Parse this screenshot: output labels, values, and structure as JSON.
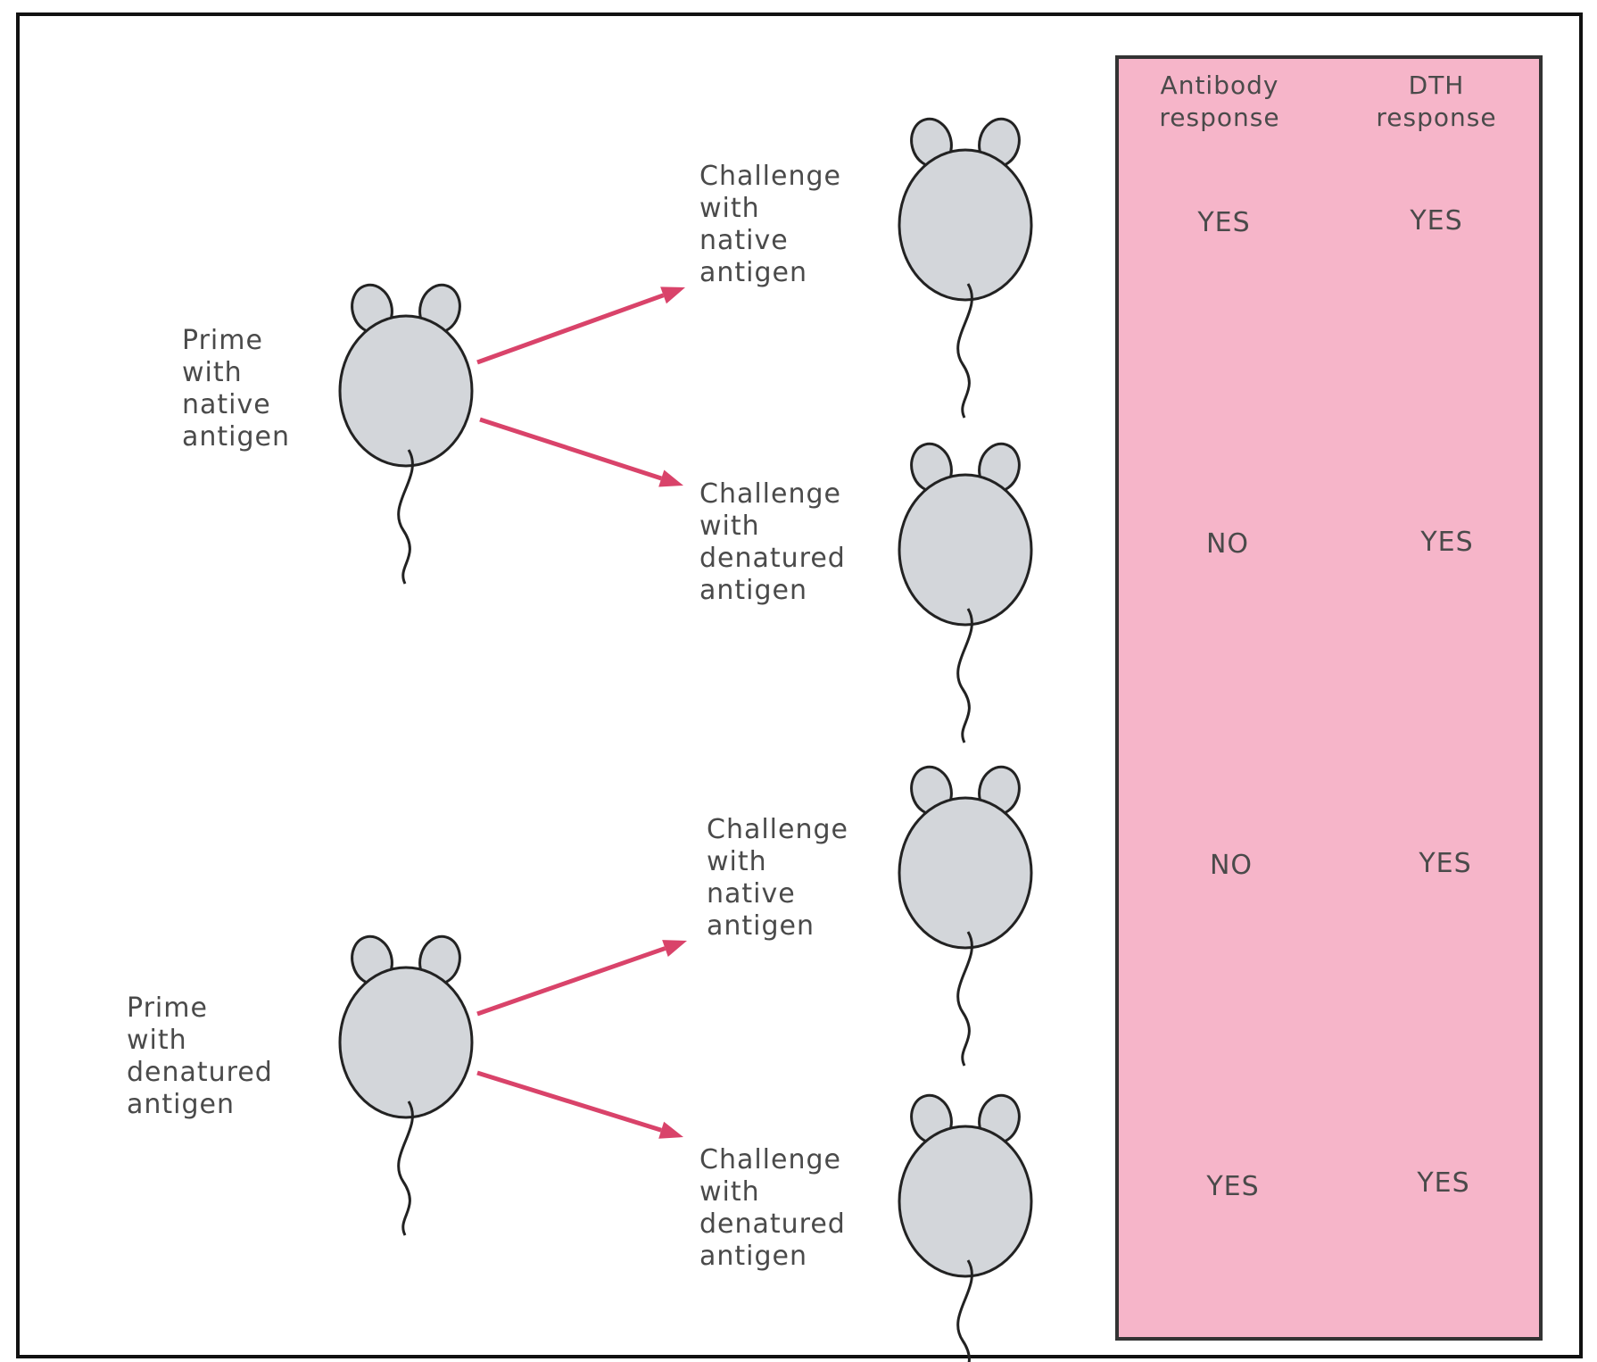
{
  "prime_groups": [
    {
      "label_lines": [
        "Prime",
        "with",
        "native",
        "antigen"
      ]
    },
    {
      "label_lines": [
        "Prime",
        "with",
        "denatured",
        "antigen"
      ]
    }
  ],
  "challenges": [
    {
      "label_lines": [
        "Challenge",
        "with",
        "native",
        "antigen"
      ],
      "antibody": "YES",
      "dth": "YES"
    },
    {
      "label_lines": [
        "Challenge",
        "with",
        "denatured",
        "antigen"
      ],
      "antibody": "NO",
      "dth": "YES"
    },
    {
      "label_lines": [
        "Challenge",
        "with",
        "native",
        "antigen"
      ],
      "antibody": "NO",
      "dth": "YES"
    },
    {
      "label_lines": [
        "Challenge",
        "with",
        "denatured",
        "antigen"
      ],
      "antibody": "YES",
      "dth": "YES"
    }
  ],
  "table_headers": {
    "antibody": [
      "Antibody",
      "response"
    ],
    "dth": [
      "DTH",
      "response"
    ]
  },
  "colors": {
    "panel_fill": "#f6b5c9",
    "arrow": "#d9436a",
    "mouse_fill": "#d3d6da",
    "outline": "#222222"
  }
}
